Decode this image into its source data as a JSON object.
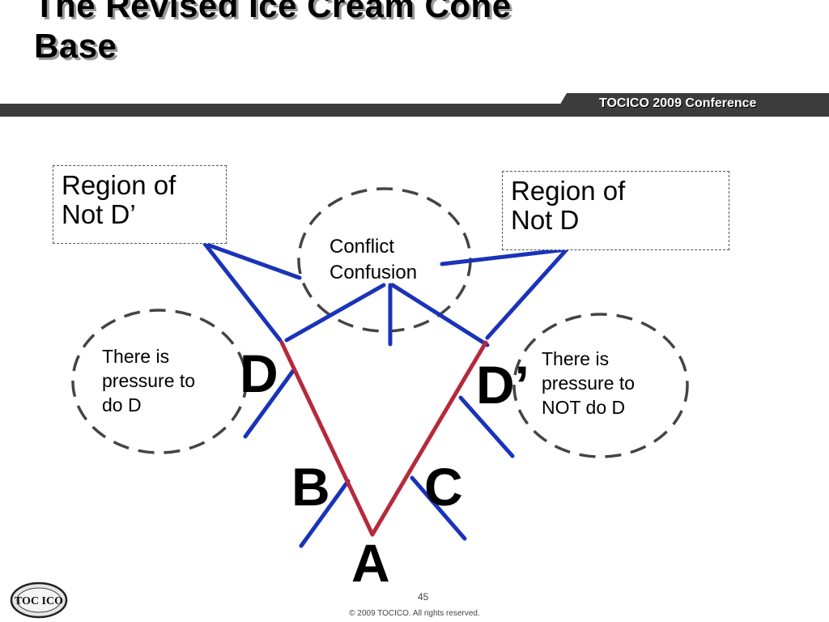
{
  "title": {
    "line1": "The Revised Ice Cream Cone",
    "line2": "Base"
  },
  "header": {
    "conference": "TOCICO 2009 Conference"
  },
  "regions": {
    "left": {
      "line1": "Region of",
      "line2": "Not D’"
    },
    "right": {
      "line1": "Region of",
      "line2": "Not D"
    }
  },
  "conflict": {
    "line1": "Conflict",
    "line2": "Confusion"
  },
  "pressure_left": {
    "line1": "There is",
    "line2": "pressure to",
    "line3": "do D"
  },
  "pressure_right": {
    "line1": "There is",
    "line2": "pressure to",
    "line3": "NOT do D"
  },
  "labels": {
    "d": "D",
    "d_prime": "D’",
    "b": "B",
    "c": "C",
    "a": "A"
  },
  "footer": {
    "page": "45",
    "copyright": "© 2009 TOCICO. All rights reserved."
  },
  "logo": {
    "text": "TOC ICO"
  },
  "colors": {
    "blue_lines": "#1a33b8",
    "red_lines": "#b52a3c",
    "header_bar": "#3c3c3c"
  }
}
